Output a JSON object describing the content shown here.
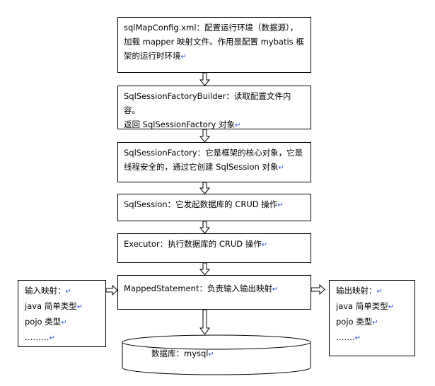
{
  "flow": [
    {
      "lines": [
        "sqlMapConfig.xml：配置运行环境（数据源），",
        "加载 mapper 映射文件。作用是配置 mybatis 框",
        "架的运行时环境"
      ]
    },
    {
      "lines": [
        "SqlSessionFactoryBuilder：读取配置文件内容。",
        "返回 SqlSessionFactory 对象"
      ]
    },
    {
      "lines": [
        "SqlSessionFactory：它是框架的核心对象，它是",
        "线程安全的，通过它创建 SqlSession 对象"
      ]
    },
    {
      "lines": [
        "SqlSession：它发起数据库的 CRUD 操作"
      ]
    },
    {
      "lines": [
        "Executor：执行数据库的 CRUD 操作"
      ]
    },
    {
      "lines": [
        "MappedStatement：负责输入输出映射"
      ]
    }
  ],
  "input_mapping": {
    "lines": [
      "输入映射：",
      "java 简单类型",
      "pojo 类型",
      "………"
    ]
  },
  "output_mapping": {
    "lines": [
      "输出映射：",
      "java 简单类型",
      "pojo 类型",
      "……."
    ]
  },
  "database": {
    "label": "数据库：mysql"
  },
  "return_mark": "↵"
}
